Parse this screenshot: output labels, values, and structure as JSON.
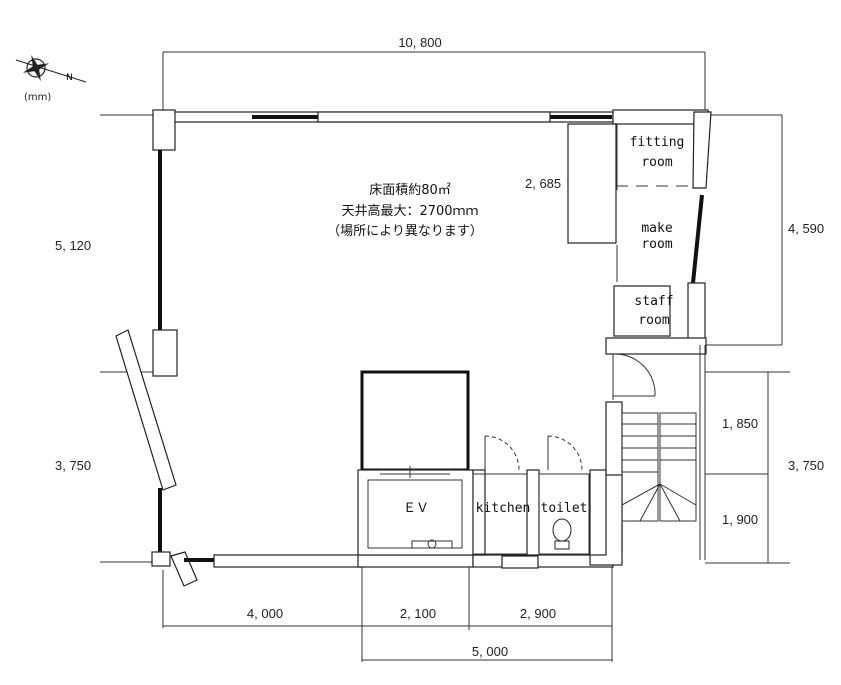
{
  "unit_label": "(mm)",
  "icons": {
    "compass": "compass-north-icon",
    "toilet": "toilet-icon",
    "door": "door-swing-icon"
  },
  "dimensions": {
    "top_width": "10, 800",
    "left_upper": "5, 120",
    "left_lower": "3, 750",
    "right_upper": "4, 590",
    "right_lower": "3, 750",
    "right_stair_upper": "1, 850",
    "right_stair_lower": "1, 900",
    "inner_depth": "2, 685",
    "bottom_left": "4, 000",
    "bottom_mid": "2, 100",
    "bottom_right": "2, 900",
    "bottom_total": "5, 000"
  },
  "floor_info": {
    "line1": "床面積約80㎡",
    "line2": "天井高最大：2700ｍｍ",
    "line3": "（場所により異なります）"
  },
  "rooms": {
    "fitting_line1": "fitting",
    "fitting_line2": "room",
    "make_line1": "make",
    "make_line2": "room",
    "staff_line1": "staff",
    "staff_line2": "room",
    "ev": "ＥＶ",
    "kitchen": "kitchen",
    "toilet": "toilet"
  }
}
